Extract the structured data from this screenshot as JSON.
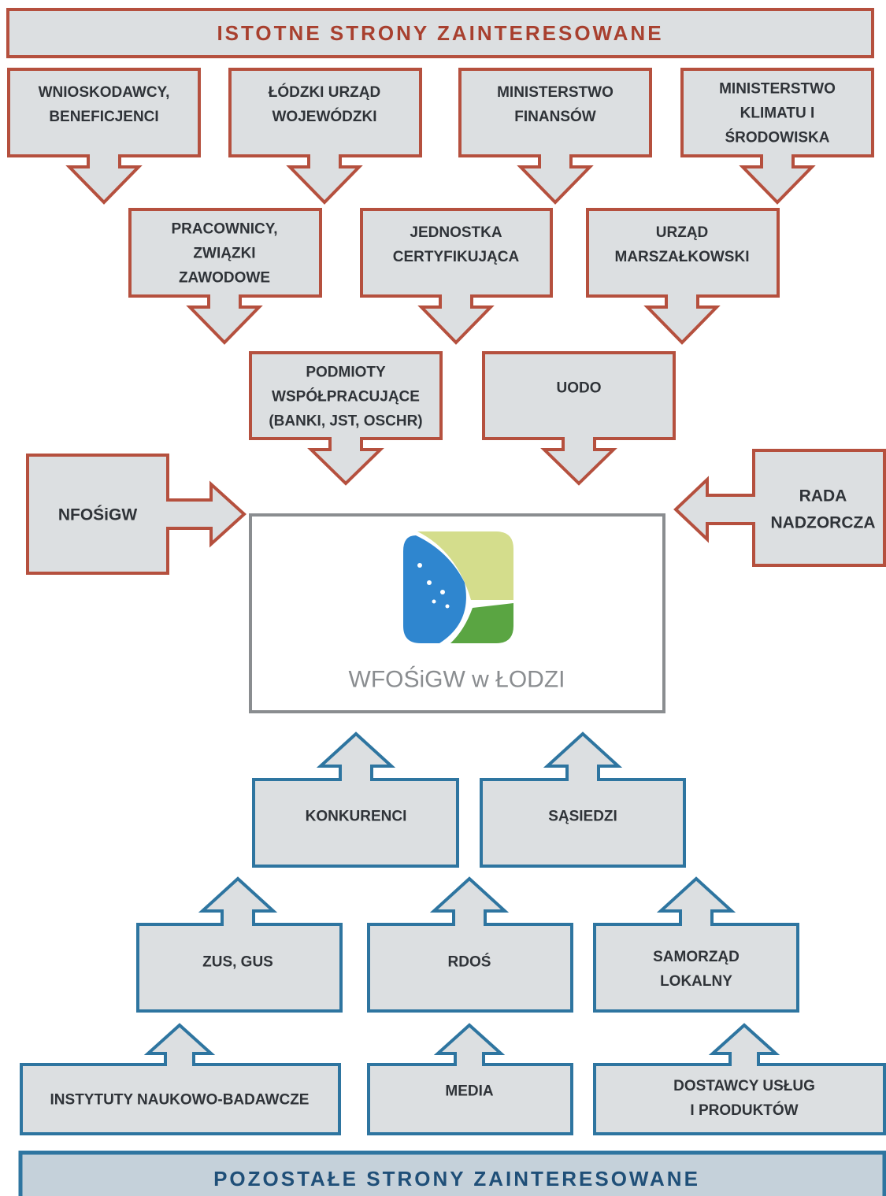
{
  "header": {
    "title": "ISTOTNE STRONY ZAINTERESOWANE"
  },
  "footer": {
    "title": "POZOSTAŁE STRONY ZAINTERESOWANE"
  },
  "center": {
    "label": "WFOŚiGW w ŁODZI",
    "logo": "wfosigw-logo-icon"
  },
  "key_stakeholders": {
    "wnioskodawcy": [
      "WNIOSKODAWCY,",
      "BENEFICJENCI"
    ],
    "luw": [
      "ŁÓDZKI URZĄD",
      "WOJEWÓDZKI"
    ],
    "mf": [
      "MINISTERSTWO",
      "FINANSÓW"
    ],
    "mkis": [
      "MINISTERSTWO",
      "KLIMATU I",
      "ŚRODOWISKA"
    ],
    "pracownicy": [
      "PRACOWNICY,",
      "ZWIĄZKI",
      "ZAWODOWE"
    ],
    "jednostka": [
      "JEDNOSTKA",
      "CERTYFIKUJĄCA"
    ],
    "urzad": [
      "URZĄD",
      "MARSZAŁKOWSKI"
    ],
    "podmioty": [
      "PODMIOTY",
      "WSPÓŁPRACUJĄCE",
      "(BANKI, JST, OSCHR)"
    ],
    "uodo": [
      "UODO"
    ],
    "nfosigw": [
      "NFOŚiGW"
    ],
    "rada": [
      "RADA",
      "NADZORCZA"
    ]
  },
  "other_stakeholders": {
    "konkurenci": [
      "KONKURENCI"
    ],
    "sasiedzi": [
      "SĄSIEDZI"
    ],
    "zus": [
      "ZUS, GUS"
    ],
    "rdos": [
      "RDOŚ"
    ],
    "samorzad": [
      "SAMORZĄD",
      "LOKALNY"
    ],
    "instytuty": [
      "INSTYTUTY NAUKOWO-BADAWCZE"
    ],
    "media": [
      "MEDIA"
    ],
    "dostawcy": [
      "DOSTAWCY USŁUG",
      "I PRODUKTÓW"
    ]
  },
  "colors": {
    "red_border": "#b5503e",
    "blue_border": "#2e75a0",
    "fill": "#dcdfe1",
    "text_dark": "#2f3338",
    "header_text": "#a8402f",
    "footer_text": "#1f4f78",
    "footer_fill": "#c5d1da",
    "center_border": "#8a8d90",
    "center_text": "#8a8d90"
  }
}
